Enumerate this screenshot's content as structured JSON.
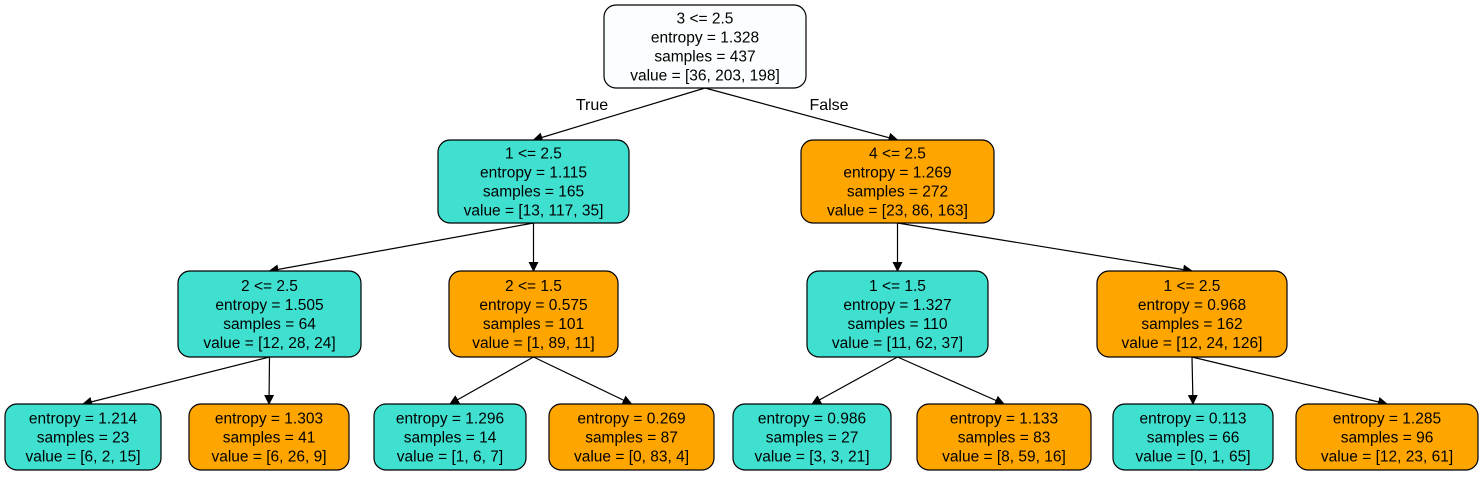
{
  "colors": {
    "root": "#fbfefe",
    "teal": "#40e0d0",
    "orange": "#ffa500",
    "stroke": "#000000"
  },
  "edge_labels": {
    "true_label": "True",
    "false_label": "False"
  },
  "nodes": [
    {
      "id": "n0",
      "color": "root",
      "lines": [
        "3 <= 2.5",
        "entropy = 1.328",
        "samples = 437",
        "value = [36, 203, 198]"
      ]
    },
    {
      "id": "n1",
      "color": "teal",
      "lines": [
        "1 <= 2.5",
        "entropy = 1.115",
        "samples = 165",
        "value = [13, 117, 35]"
      ]
    },
    {
      "id": "n2",
      "color": "orange",
      "lines": [
        "4 <= 2.5",
        "entropy = 1.269",
        "samples = 272",
        "value = [23, 86, 163]"
      ]
    },
    {
      "id": "n3",
      "color": "teal",
      "lines": [
        "2 <= 2.5",
        "entropy = 1.505",
        "samples = 64",
        "value = [12, 28, 24]"
      ]
    },
    {
      "id": "n4",
      "color": "orange",
      "lines": [
        "2 <= 1.5",
        "entropy = 0.575",
        "samples = 101",
        "value = [1, 89, 11]"
      ]
    },
    {
      "id": "n5",
      "color": "teal",
      "lines": [
        "1 <= 1.5",
        "entropy = 1.327",
        "samples = 110",
        "value = [11, 62, 37]"
      ]
    },
    {
      "id": "n6",
      "color": "orange",
      "lines": [
        "1 <= 2.5",
        "entropy = 0.968",
        "samples = 162",
        "value = [12, 24, 126]"
      ]
    },
    {
      "id": "n7",
      "color": "teal",
      "lines": [
        "entropy = 1.214",
        "samples = 23",
        "value = [6, 2, 15]"
      ]
    },
    {
      "id": "n8",
      "color": "orange",
      "lines": [
        "entropy = 1.303",
        "samples = 41",
        "value = [6, 26, 9]"
      ]
    },
    {
      "id": "n9",
      "color": "teal",
      "lines": [
        "entropy = 1.296",
        "samples = 14",
        "value = [1, 6, 7]"
      ]
    },
    {
      "id": "n10",
      "color": "orange",
      "lines": [
        "entropy = 0.269",
        "samples = 87",
        "value = [0, 83, 4]"
      ]
    },
    {
      "id": "n11",
      "color": "teal",
      "lines": [
        "entropy = 0.986",
        "samples = 27",
        "value = [3, 3, 21]"
      ]
    },
    {
      "id": "n12",
      "color": "orange",
      "lines": [
        "entropy = 1.133",
        "samples = 83",
        "value = [8, 59, 16]"
      ]
    },
    {
      "id": "n13",
      "color": "teal",
      "lines": [
        "entropy = 0.113",
        "samples = 66",
        "value = [0, 1, 65]"
      ]
    },
    {
      "id": "n14",
      "color": "orange",
      "lines": [
        "entropy = 1.285",
        "samples = 96",
        "value = [12, 23, 61]"
      ]
    }
  ],
  "edges": [
    {
      "from": "n0",
      "to": "n1",
      "label": "true_label"
    },
    {
      "from": "n0",
      "to": "n2",
      "label": "false_label"
    },
    {
      "from": "n1",
      "to": "n3"
    },
    {
      "from": "n1",
      "to": "n4"
    },
    {
      "from": "n2",
      "to": "n5"
    },
    {
      "from": "n2",
      "to": "n6"
    },
    {
      "from": "n3",
      "to": "n7"
    },
    {
      "from": "n3",
      "to": "n8"
    },
    {
      "from": "n4",
      "to": "n9"
    },
    {
      "from": "n4",
      "to": "n10"
    },
    {
      "from": "n5",
      "to": "n11"
    },
    {
      "from": "n5",
      "to": "n12"
    },
    {
      "from": "n6",
      "to": "n13"
    },
    {
      "from": "n6",
      "to": "n14"
    }
  ]
}
